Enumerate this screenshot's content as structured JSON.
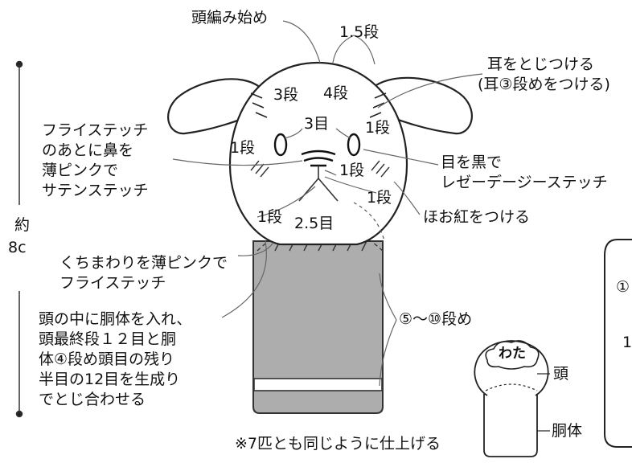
{
  "diagram": {
    "labels": {
      "head_start": "頭編み始め",
      "rows_1_5": "1.5段",
      "ears": [
        "耳をとじつける",
        "(耳③段めをつける)"
      ],
      "nose": [
        "フライステッチ",
        "のあとに鼻を",
        "薄ピンクで",
        "サテンステッチ"
      ],
      "eyes": [
        "目を黒で",
        "レゼーデージーステッチ"
      ],
      "cheeks": "ほお紅をつける",
      "mouth": [
        "くちまわりを薄ピンクで",
        "フライステッチ"
      ],
      "join": [
        "頭の中に胴体を入れ、",
        "頭最終段１２目と胴",
        "体④段め頭目の残り",
        "半目の12目を生成り",
        "でとじ合わせる"
      ],
      "body_rows": "⑤～⑩段め",
      "note": "※7匹とも同じように仕上げる",
      "size": [
        "約",
        "8c"
      ],
      "head_small": "頭",
      "body_small": "胴体",
      "stuffing": "わた",
      "box_partial": [
        "①",
        "1"
      ]
    },
    "face_counts": {
      "r3dan": "3段",
      "r4dan": "4段",
      "me3": "3目",
      "left_1dan": "1段",
      "right_1dan": "1段",
      "center_1dan": "1段",
      "right_1dan_b": "1段",
      "left_1dan_b": "1段",
      "me2_5": "2.5目"
    }
  }
}
